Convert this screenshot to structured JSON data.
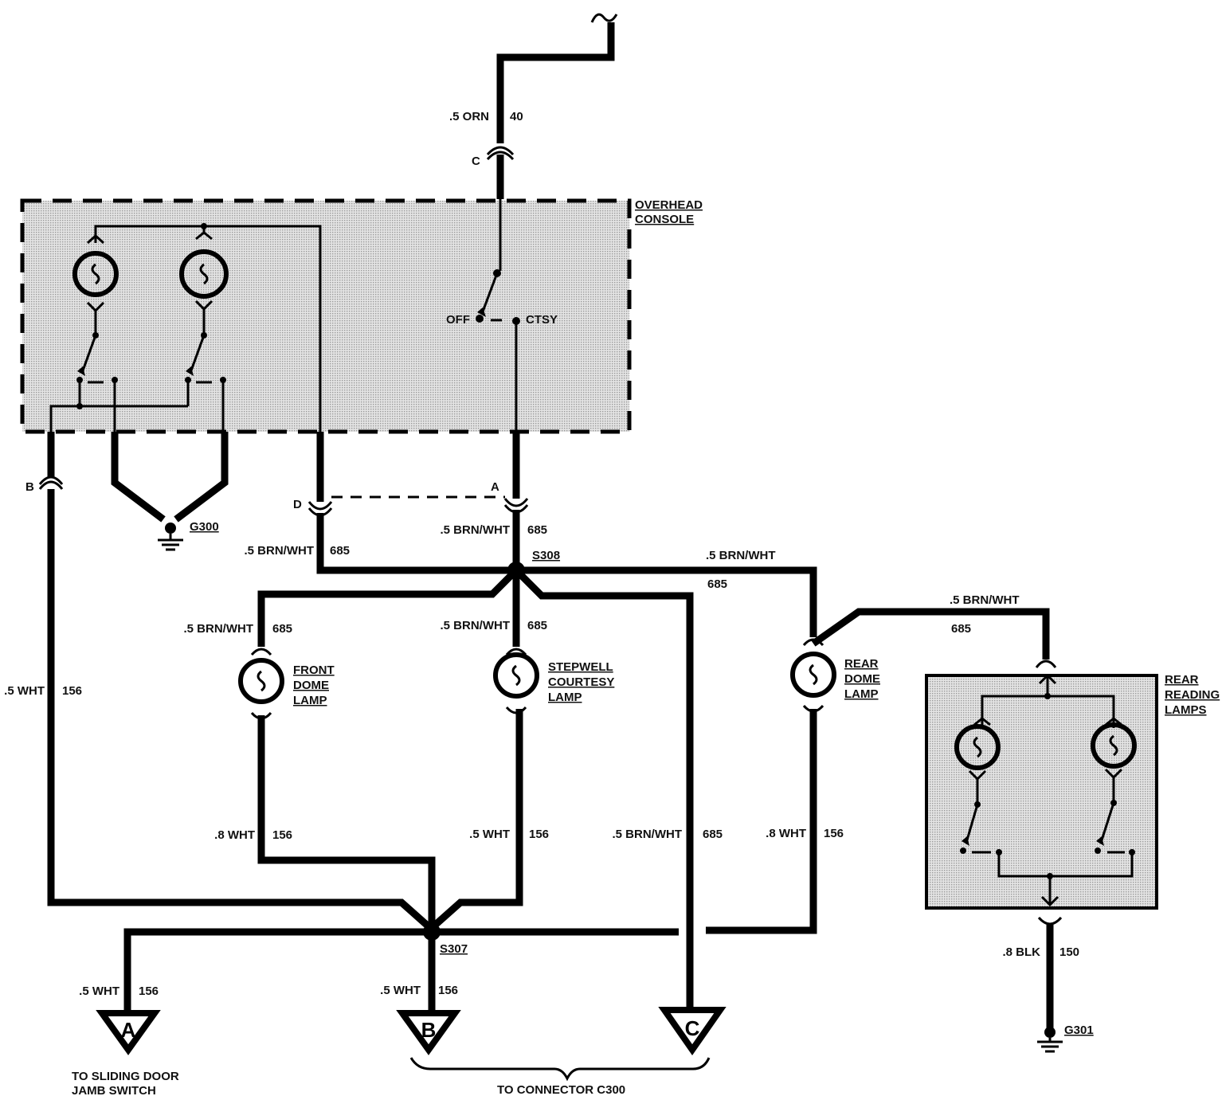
{
  "colors": {
    "wire": "#000000",
    "shade": "#d0d0d0",
    "background": "#ffffff"
  },
  "components": {
    "overhead_console": [
      "OVERHEAD",
      "CONSOLE"
    ],
    "front_dome_lamp": [
      "FRONT",
      "DOME",
      "LAMP"
    ],
    "stepwell_courtesy_lamp": [
      "STEPWELL",
      "COURTESY",
      "LAMP"
    ],
    "rear_dome_lamp": [
      "REAR",
      "DOME",
      "LAMP"
    ],
    "rear_reading_lamps": [
      "REAR",
      "READING",
      "LAMPS"
    ]
  },
  "switch": {
    "off": "OFF",
    "ctsy": "CTSY"
  },
  "connectors": {
    "c": "C",
    "b": "B",
    "d": "D",
    "a": "A"
  },
  "splices": {
    "s308": "S308",
    "s307": "S307"
  },
  "grounds": {
    "g300": "G300",
    "g301": "G301"
  },
  "wires": {
    "orn_40": {
      "gauge": ".5 ORN",
      "circuit": "40"
    },
    "brn_top_right": {
      "gauge": ".5 BRN/WHT",
      "circuit": "685"
    },
    "brn_left_d": {
      "gauge": ".5 BRN/WHT",
      "circuit": "685"
    },
    "brn_right": {
      "gauge": ".5 BRN/WHT",
      "circuit": "685"
    },
    "brn_rear_reading": {
      "gauge": ".5 BRN/WHT",
      "circuit": "685"
    },
    "brn_front_dome": {
      "gauge": ".5 BRN/WHT",
      "circuit": "685"
    },
    "brn_stepwell": {
      "gauge": ".5 BRN/WHT",
      "circuit": "685"
    },
    "wht_left_b": {
      "gauge": ".5 WHT",
      "circuit": "156"
    },
    "wht_front_dome": {
      "gauge": ".8 WHT",
      "circuit": "156"
    },
    "wht_stepwell": {
      "gauge": ".5 WHT",
      "circuit": "156"
    },
    "brn_to_c": {
      "gauge": ".5 BRN/WHT",
      "circuit": "685"
    },
    "wht_rear_dome": {
      "gauge": ".8 WHT",
      "circuit": "156"
    },
    "blk_150": {
      "gauge": ".8 BLK",
      "circuit": "150"
    },
    "wht_to_a": {
      "gauge": ".5 WHT",
      "circuit": "156"
    },
    "wht_to_b": {
      "gauge": ".5 WHT",
      "circuit": "156"
    }
  },
  "terminals": {
    "a": "A",
    "b": "B",
    "c": "C"
  },
  "notes": {
    "sliding_door": [
      "TO SLIDING DOOR",
      "JAMB SWITCH"
    ],
    "connector_c300": "TO CONNECTOR C300"
  }
}
